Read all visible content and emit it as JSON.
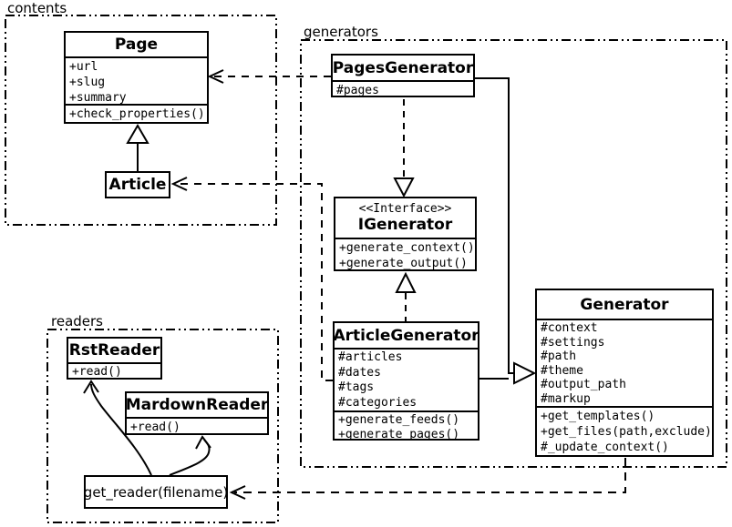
{
  "packages": {
    "contents": {
      "label": "contents"
    },
    "generators": {
      "label": "generators"
    },
    "readers": {
      "label": "readers"
    }
  },
  "classes": {
    "page": {
      "name": "Page",
      "attributes": [
        "+url",
        "+slug",
        "+summary"
      ],
      "methods": [
        "+check_properties()"
      ]
    },
    "article": {
      "name": "Article"
    },
    "pages_generator": {
      "name": "PagesGenerator",
      "attributes": [
        "#pages"
      ]
    },
    "igenerator": {
      "stereotype": "<<Interface>>",
      "name": "IGenerator",
      "methods": [
        "+generate_context()",
        "+generate_output()"
      ]
    },
    "article_generator": {
      "name": "ArticleGenerator",
      "attributes": [
        "#articles",
        "#dates",
        "#tags",
        "#categories"
      ],
      "methods": [
        "+generate_feeds()",
        "+generate_pages()"
      ]
    },
    "generator": {
      "name": "Generator",
      "attributes": [
        "#context",
        "#settings",
        "#path",
        "#theme",
        "#output_path",
        "#markup"
      ],
      "methods": [
        "+get_templates()",
        "+get_files(path,exclude)",
        "#_update_context()"
      ]
    },
    "rst_reader": {
      "name": "RstReader",
      "methods": [
        "+read()"
      ]
    },
    "mardown_reader": {
      "name": "MardownReader",
      "methods": [
        "+read()"
      ]
    },
    "get_reader": {
      "label": "get_reader(filename)"
    }
  },
  "colors": {
    "stroke": "#000000",
    "background": "#ffffff"
  }
}
